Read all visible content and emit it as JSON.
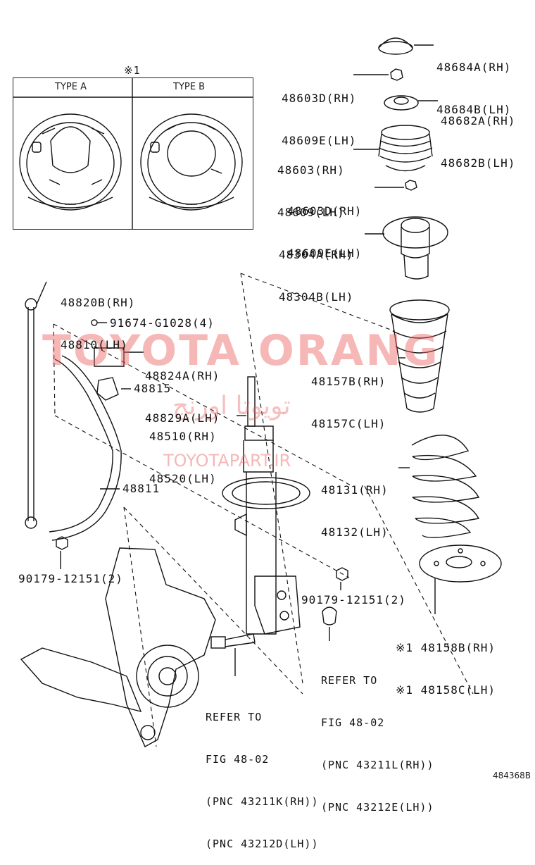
{
  "note_symbol": "※1",
  "type_box": {
    "type_a": "TYPE A",
    "type_b": "TYPE B"
  },
  "parts": {
    "p48684": [
      "48684A(RH)",
      "48684B(LH)"
    ],
    "p48603d_top": [
      "48603D(RH)",
      "48609E(LH)"
    ],
    "p48682": [
      "48682A(RH)",
      "48682B(LH)"
    ],
    "p48603": [
      "48603(RH)",
      "48609(LH)"
    ],
    "p48603d_bottom": [
      "48603D(RH)",
      "48609E(LH)"
    ],
    "p48304": [
      "48304A(RH)",
      "48304B(LH)"
    ],
    "p48820": [
      "48820B(RH)",
      "48810(LH)"
    ],
    "p91674": "91674-G1028(4)",
    "p48824": [
      "48824A(RH)",
      "48829A(LH)"
    ],
    "p48157": [
      "48157B(RH)",
      "48157C(LH)"
    ],
    "p48815": "48815",
    "p48510": [
      "48510(RH)",
      "48520(LH)"
    ],
    "p48131": [
      "48131(RH)",
      "48132(LH)"
    ],
    "p48811": "48811",
    "p90179_left": "90179-12151(2)",
    "p90179_right": "90179-12151(2)",
    "p48158": [
      "※1 48158B(RH)",
      "※1 48158C(LH)"
    ],
    "ref_right": [
      "REFER TO",
      "FIG 48-02",
      "(PNC 43211L(RH))",
      "(PNC 43212E(LH))"
    ],
    "ref_left": [
      "REFER TO",
      "FIG 48-02",
      "(PNC 43211K(RH))",
      "(PNC 43212D(LH))"
    ]
  },
  "watermark": {
    "brand": "TOYOTA ORANG",
    "persian": "تویوتا اورنج",
    "url": "TOYOTAPART.IR"
  },
  "diagram_ref": "484368B"
}
